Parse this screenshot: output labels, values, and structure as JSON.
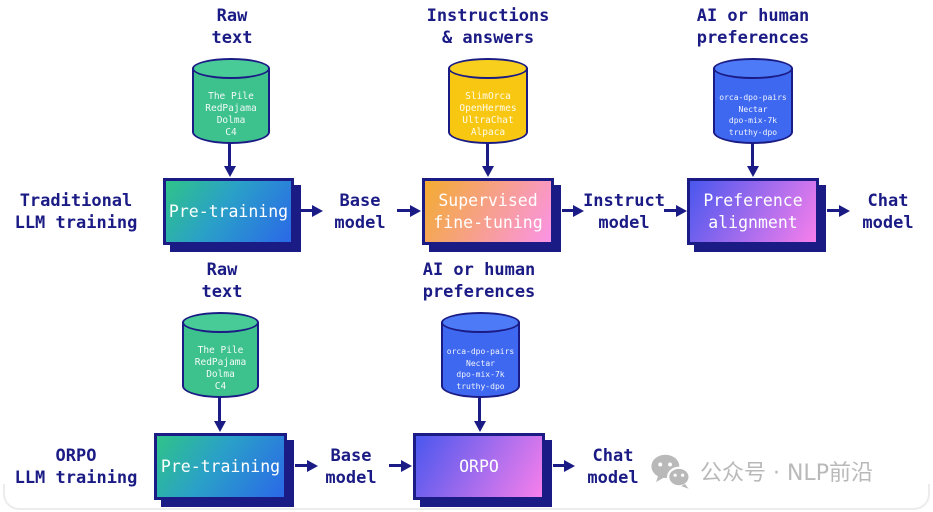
{
  "colors": {
    "navy": "#1b1b85",
    "green_cylinder": "#3dc18d",
    "yellow_cylinder": "#f8c711",
    "blue_cylinder": "#3e68f0",
    "gradient_green_blue": [
      "#2fc389",
      "#2a68e8"
    ],
    "gradient_orange_pink": [
      "#f3ac31",
      "#fb93e7"
    ],
    "gradient_blue_pink": [
      "#4a57ee",
      "#f77fec"
    ],
    "watermark_gray": "#b9b9b9"
  },
  "traditional": {
    "row_label": "Traditional\nLLM training",
    "raw_text_source": {
      "header": "Raw\ntext",
      "datasets": "The Pile\nRedPajama\nDolma\nC4"
    },
    "instructions_source": {
      "header": "Instructions\n& answers",
      "datasets": "SlimOrca\nOpenHermes\nUltraChat\nAlpaca"
    },
    "preferences_source": {
      "header": "AI or human\npreferences",
      "datasets": "orca-dpo-pairs\nNectar\ndpo-mix-7k\ntruthy-dpo"
    },
    "pretraining_box": "Pre-training",
    "base_model_label": "Base\nmodel",
    "sft_box": "Supervised\nfine-tuning",
    "instruct_model_label": "Instruct\nmodel",
    "alignment_box": "Preference\nalignment",
    "chat_model_label": "Chat\nmodel"
  },
  "orpo": {
    "row_label": "ORPO\nLLM training",
    "raw_text_source": {
      "header": "Raw\ntext",
      "datasets": "The Pile\nRedPajama\nDolma\nC4"
    },
    "preferences_source": {
      "header": "AI or human\npreferences",
      "datasets": "orca-dpo-pairs\nNectar\ndpo-mix-7k\ntruthy-dpo"
    },
    "pretraining_box": "Pre-training",
    "base_model_label": "Base\nmodel",
    "orpo_box": "ORPO",
    "chat_model_label": "Chat\nmodel"
  },
  "watermark": {
    "icon": "wechat-icon",
    "text": "公众号 · NLP前沿"
  }
}
